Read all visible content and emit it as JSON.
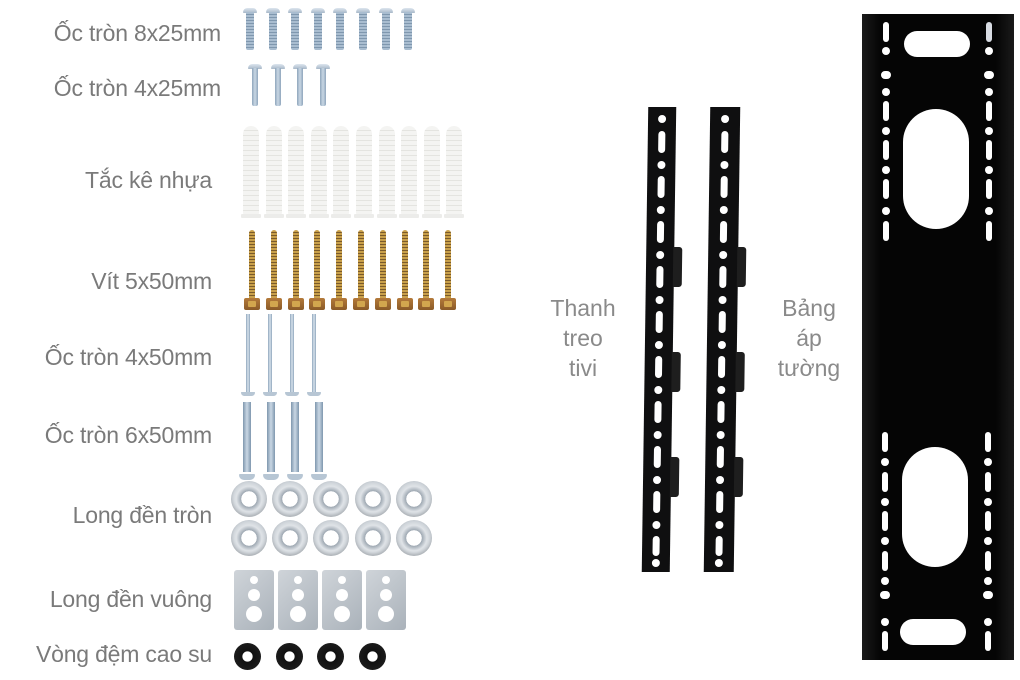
{
  "parts": {
    "screw_8x25": {
      "label": "Ốc tròn 8x25mm",
      "count": 8
    },
    "screw_4x25": {
      "label": "Ốc tròn 4x25mm",
      "count": 4
    },
    "plastic_anchor": {
      "label": "Tắc kê nhựa",
      "count": 10
    },
    "wood_screw_5x50": {
      "label": "Vít 5x50mm",
      "count": 10
    },
    "screw_4x50": {
      "label": "Ốc tròn 4x50mm",
      "count": 4
    },
    "screw_6x50": {
      "label": "Ốc tròn 6x50mm",
      "count": 4
    },
    "round_washer": {
      "label": "Long đền tròn",
      "count": 10
    },
    "square_washer": {
      "label": "Long đền vuông",
      "count": 4
    },
    "rubber_ring": {
      "label": "Vòng đệm cao su",
      "count": 4
    }
  },
  "components": {
    "tv_rail": {
      "label": "Thanh\ntreo\ntivi",
      "count": 2
    },
    "wall_plate": {
      "label": "Bảng\náp\ntường",
      "count": 1
    }
  },
  "colors": {
    "label_text": "#7a7a7a",
    "metal_black": "#0f0f10",
    "background": "#ffffff"
  }
}
